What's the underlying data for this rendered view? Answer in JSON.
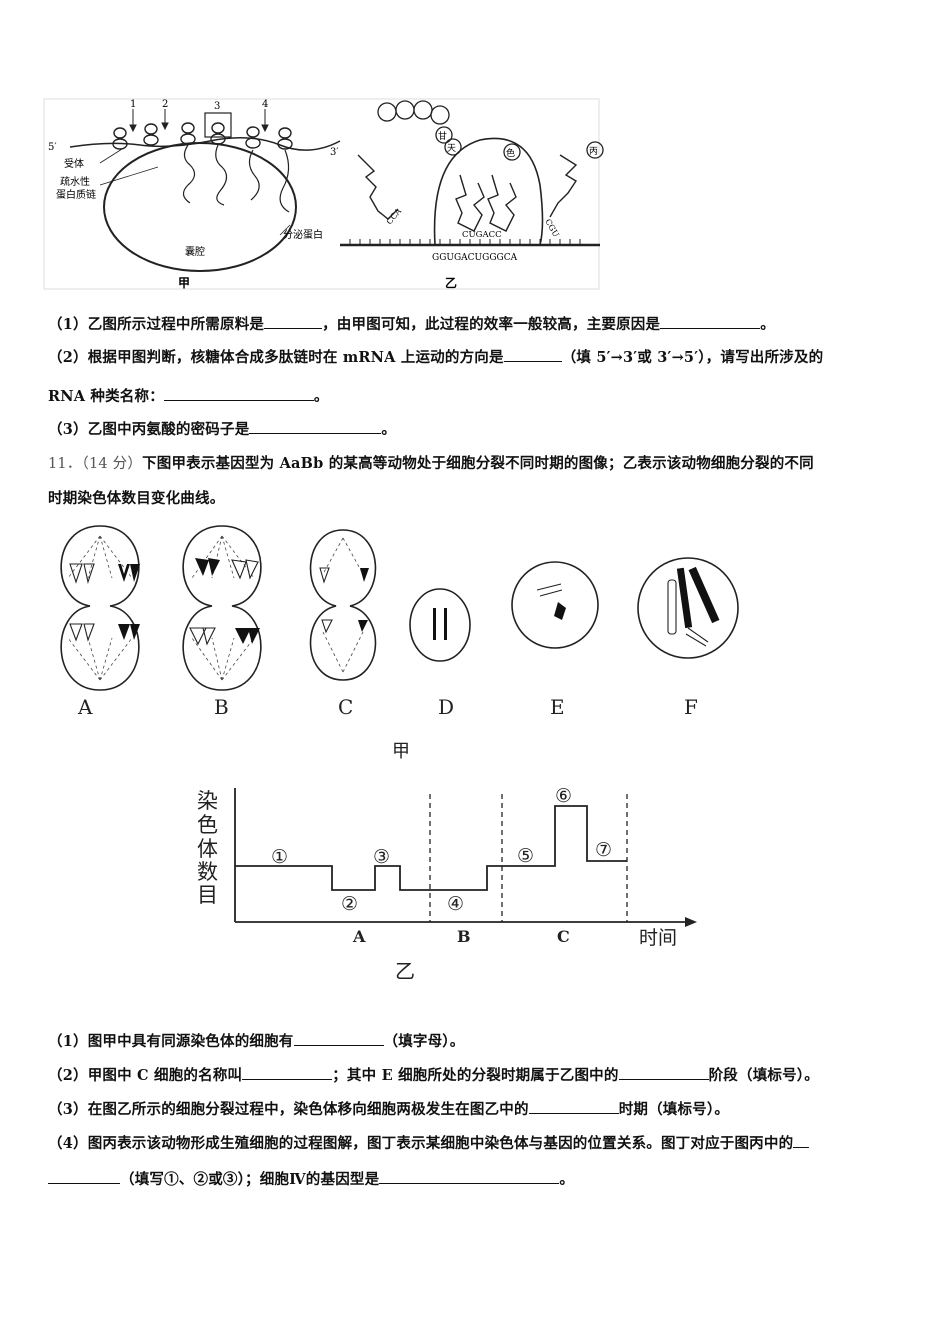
{
  "fig_jia": {
    "caption": "甲",
    "marker_numbers": [
      "1",
      "2",
      "3",
      "4"
    ],
    "end_5": "5′",
    "end_3": "3′",
    "label_receptor": "受体",
    "label_hydrophobic_1": "疏水性",
    "label_hydrophobic_2": "蛋白质链",
    "label_secretory": "分泌蛋白",
    "label_lumen": "囊腔"
  },
  "fig_yi": {
    "caption": "乙",
    "aa_gan": "甘",
    "aa_tian": "天",
    "aa_se": "色",
    "aa_bing": "丙",
    "anticodon_1": "CCA",
    "anticodon_mid": "CUGACC",
    "anticodon_4": "CGU",
    "mrna_seq": "GGUGACUGGGCA"
  },
  "q10": {
    "p1_a": "（1）乙图所示过程中所需原料是",
    "p1_b": "，由甲图可知，此过程的效率一般较高，主要原因是",
    "p1_c": "。",
    "p2_a": "（2）根据甲图判断，核糖体合成多肽链时在 mRNA 上运动的方向是",
    "p2_b": "（填 5′→3′或 3′→5′），请写出所涉及的",
    "p2_c": "RNA 种类名称：",
    "p2_d": "。",
    "p3_a": "（3）乙图中丙氨酸的密码子是",
    "p3_b": "。"
  },
  "q11": {
    "number": "11．（14 分）",
    "stem_1": "下图甲表示基因型为 AaBb 的某高等动物处于细胞分裂不同时期的图像；乙表示该动物细胞分裂的不同",
    "stem_2": "时期染色体数目变化曲线。",
    "cell_labels": [
      "A",
      "B",
      "C",
      "D",
      "E",
      "F"
    ],
    "fig_jia_caption": "甲",
    "graph": {
      "ylabel": "染色体数目",
      "xlabel": "时间",
      "segment_labels": [
        "①",
        "②",
        "③",
        "④",
        "⑤",
        "⑥",
        "⑦"
      ],
      "stage_labels": [
        "A",
        "B",
        "C"
      ],
      "caption": "乙"
    },
    "p1_a": "（1）图甲中具有同源染色体的细胞有",
    "p1_b": "（填字母）。",
    "p2_a": "（2）甲图中 C 细胞的名称叫",
    "p2_b": "；其中 E 细胞所处的分裂时期属于乙图中的",
    "p2_c": "阶段（填标号）。",
    "p3_a": "（3）在图乙所示的细胞分裂过程中，染色体移向细胞两极发生在图乙中的",
    "p3_b": "时期（填标号）。",
    "p4_a": "（4）图丙表示该动物形成生殖细胞的过程图解，图丁表示某细胞中染色体与基因的位置关系。图丁对应于图丙中的",
    "p4_b": "（填写①、②或③）；细胞Ⅳ的基因型是",
    "p4_c": "。"
  }
}
